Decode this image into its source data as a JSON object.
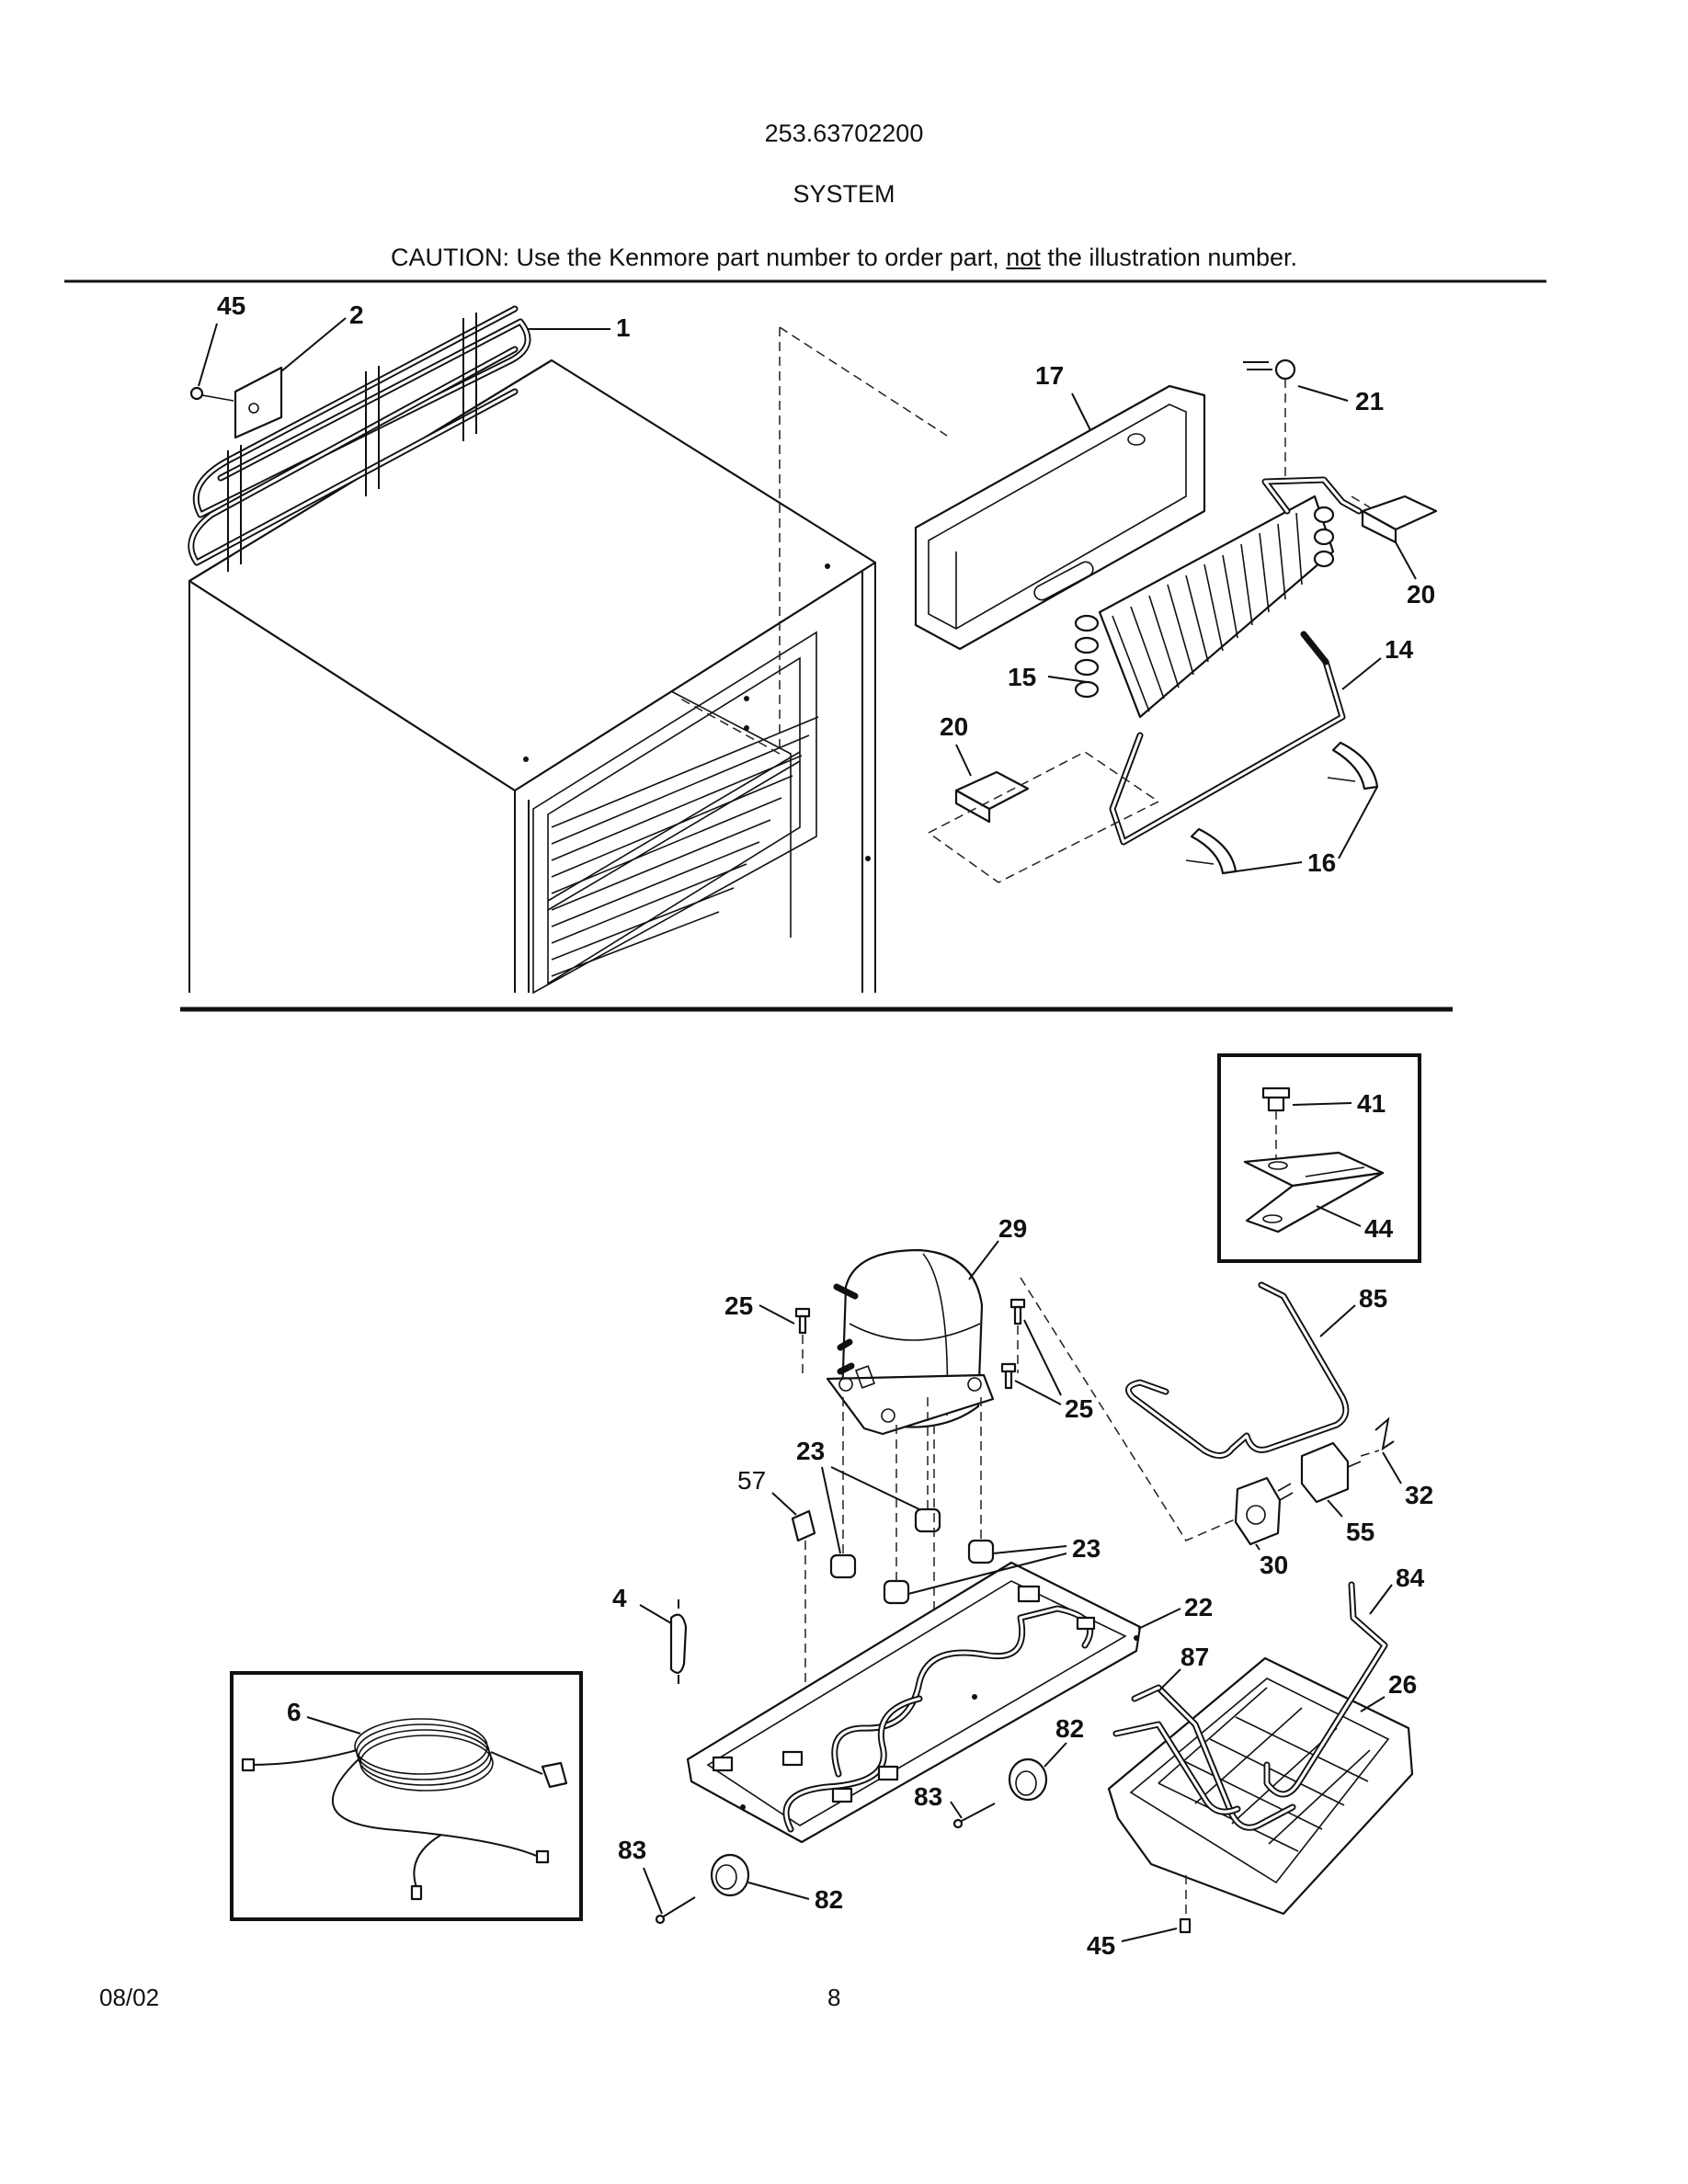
{
  "header": {
    "model_number": "253.63702200",
    "section_title": "SYSTEM",
    "caution_prefix": "CAUTION: Use the Kenmore part number to order part, ",
    "caution_emphasis": "not",
    "caution_suffix": " the illustration number."
  },
  "footer": {
    "date": "08/02",
    "page_number": "8"
  },
  "callouts": {
    "c45a": "45",
    "c2": "2",
    "c1": "1",
    "c17": "17",
    "c21": "21",
    "c20a": "20",
    "c14": "14",
    "c15": "15",
    "c20b": "20",
    "c16": "16",
    "c41": "41",
    "c44": "44",
    "c29": "29",
    "c25a": "25",
    "c25b": "25",
    "c85": "85",
    "c57": "57",
    "c23a": "23",
    "c23b": "23",
    "c32": "32",
    "c55": "55",
    "c30": "30",
    "c84": "84",
    "c4": "4",
    "c22": "22",
    "c87": "87",
    "c26": "26",
    "c6": "6",
    "c82a": "82",
    "c83a": "83",
    "c83b": "83",
    "c82b": "82",
    "c45b": "45"
  }
}
